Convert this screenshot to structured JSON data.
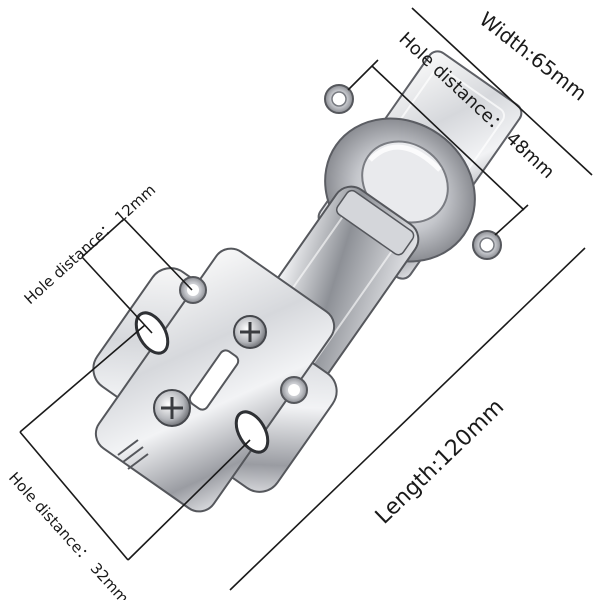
{
  "labels": {
    "width": "Width:65mm",
    "hole_distance_top": "Hole distance： 48mm",
    "hole_distance_left": "Hole distance： 12mm",
    "hole_distance_bottom": "Hole distance： 32mm",
    "length": "Length:120mm"
  },
  "colors": {
    "metal_light": "#f4f4f6",
    "metal_mid": "#c9cbd0",
    "metal_dark": "#6e7076",
    "line": "#1a1a1a"
  }
}
